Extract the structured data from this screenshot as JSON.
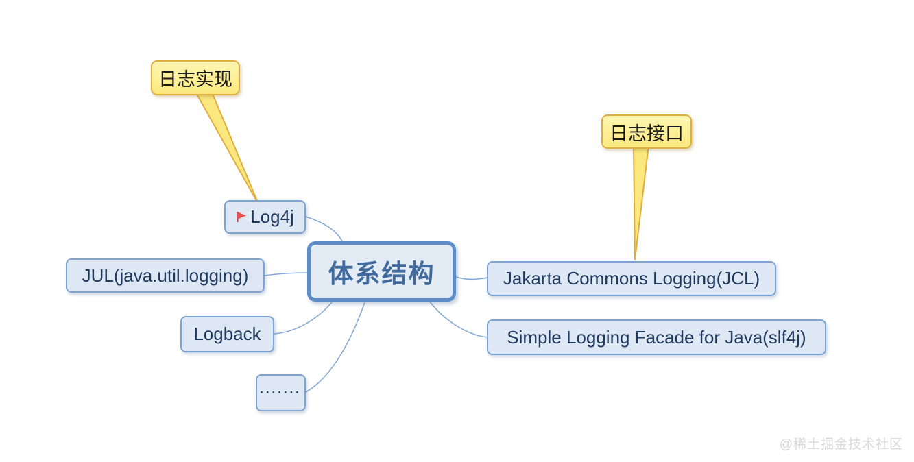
{
  "diagram": {
    "title_node": {
      "label": "体系结构"
    },
    "left_branch": {
      "log4j": {
        "label": "Log4j",
        "marker": "red-flag"
      },
      "jul": {
        "label": "JUL(java.util.logging)"
      },
      "logback": {
        "label": "Logback"
      },
      "dots": {
        "label": "·······"
      }
    },
    "right_branch": {
      "jcl": {
        "label": "Jakarta Commons Logging(JCL)"
      },
      "slf4j": {
        "label": "Simple Logging Facade for Java(slf4j)"
      }
    },
    "callouts": {
      "implementation": {
        "label": "日志实现",
        "points_to": "Log4j"
      },
      "interface": {
        "label": "日志接口",
        "points_to": "Jakarta Commons Logging(JCL)"
      }
    },
    "watermark": {
      "text": "@稀土掘金技术社区"
    },
    "colors": {
      "node_fill": "#dde8f4",
      "node_border": "#7ba3d4",
      "central_border": "#5d8cc8",
      "central_text": "#40699e",
      "node_text": "#20395e",
      "connector_line": "#84a9d6",
      "callout_fill": "#fcf09c",
      "callout_border": "#dfae3f",
      "flag_red": "#e8504f",
      "watermark_gray": "#d9d9d9"
    }
  }
}
